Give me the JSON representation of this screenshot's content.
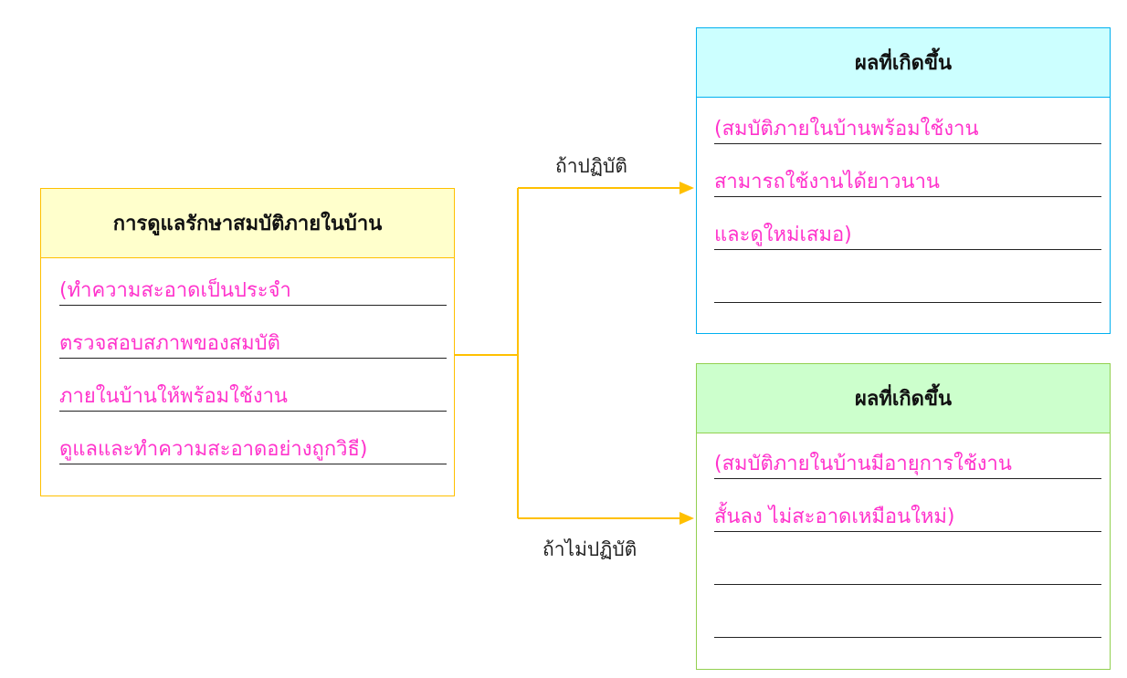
{
  "source": {
    "title": "การดูแลรักษาสมบัติภายในบ้าน",
    "lines": [
      "(ทำความสะอาดเป็นประจำ",
      "ตรวจสอบสภาพของสมบัติ",
      "ภายในบ้านให้พร้อมใช้งาน",
      "ดูแลและทำความสะอาดอย่างถูกวิธี)"
    ]
  },
  "branches": {
    "do_label": "ถ้าปฏิบัติ",
    "dont_label": "ถ้าไม่ปฏิบัติ"
  },
  "result_do": {
    "title": "ผลที่เกิดขึ้น",
    "lines": [
      "(สมบัติภายในบ้านพร้อมใช้งาน",
      "สามารถใช้งานได้ยาวนาน",
      "และดูใหม่เสมอ)",
      ""
    ]
  },
  "result_dont": {
    "title": "ผลที่เกิดขึ้น",
    "lines": [
      "(สมบัติภายในบ้านมีอายุการใช้งาน",
      "สั้นลง ไม่สะอาดเหมือนใหม่)",
      "",
      ""
    ]
  },
  "colors": {
    "connector": "#ffc000",
    "answer_text": "#ff33cc",
    "source_header": "#ffffcc",
    "do_header": "#ccffff",
    "dont_header": "#ccffcc"
  }
}
